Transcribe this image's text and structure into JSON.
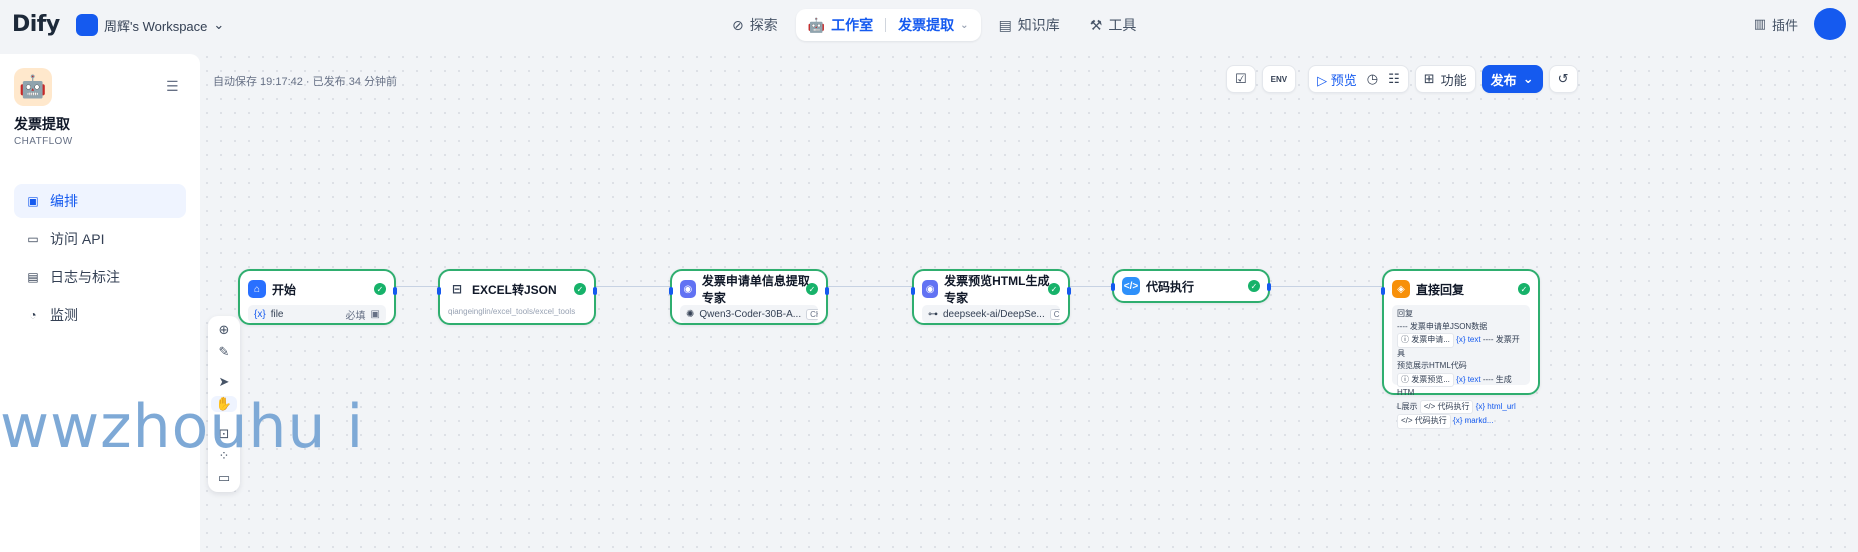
{
  "brand": {
    "logo_text": "Dify"
  },
  "workspace": {
    "name": "周辉's Workspace"
  },
  "nav": {
    "explore": "探索",
    "studio": "工作室",
    "current_app": "发票提取",
    "knowledge": "知识库",
    "tools": "工具"
  },
  "top_right": {
    "plugins": "插件"
  },
  "app": {
    "name": "发票提取",
    "type": "CHATFLOW"
  },
  "sidebar": {
    "items": [
      {
        "label": "编排",
        "active": true,
        "icon": "layout-icon"
      },
      {
        "label": "访问 API",
        "active": false,
        "icon": "terminal-icon"
      },
      {
        "label": "日志与标注",
        "active": false,
        "icon": "file-text-icon"
      },
      {
        "label": "监测",
        "active": false,
        "icon": "monitor-icon"
      }
    ]
  },
  "canvas": {
    "status": "自动保存 19:17:42 · 已发布 34 分钟前"
  },
  "toolbar": {
    "env": "ENV",
    "preview": "预览",
    "features": "功能",
    "publish": "发布"
  },
  "nodes": [
    {
      "title": "开始",
      "icon_color": "#2970ff",
      "field_var": "{x}",
      "field_text": "file",
      "field_tag": "必填"
    },
    {
      "title": "EXCEL转JSON",
      "icon_color": "#ffffff",
      "sub": "qiangeinglin/excel_tools/excel_tools"
    },
    {
      "title": "发票申请单信息提取专家",
      "icon_color": "#6172f3",
      "field_text": "Qwen3-Coder-30B-A...",
      "field_tag": "CHAT"
    },
    {
      "title": "发票预览HTML生成专家",
      "icon_color": "#6172f3",
      "field_text": "deepseek-ai/DeepSe...",
      "field_tag": "CHAT"
    },
    {
      "title": "代码执行",
      "icon_color": "#2e90fa"
    },
    {
      "title": "直接回复",
      "icon_color": "#f79009"
    }
  ],
  "reply": {
    "label": "回复",
    "line1": "---- 发票申请单JSON数据",
    "chip1": "发票申请...",
    "var_text": "{x} text",
    "line2a": "---- 发票开具",
    "line2b": "预览展示HTML代码",
    "chip2": "发票预览...",
    "line3a": "---- 生成HTM",
    "line3b": "L展示",
    "chip3": "代码执行",
    "var_html": "{x} html_url",
    "chip4": "代码执行",
    "var_markd": "{x} markd..."
  },
  "watermark": "wwzhouhu i"
}
